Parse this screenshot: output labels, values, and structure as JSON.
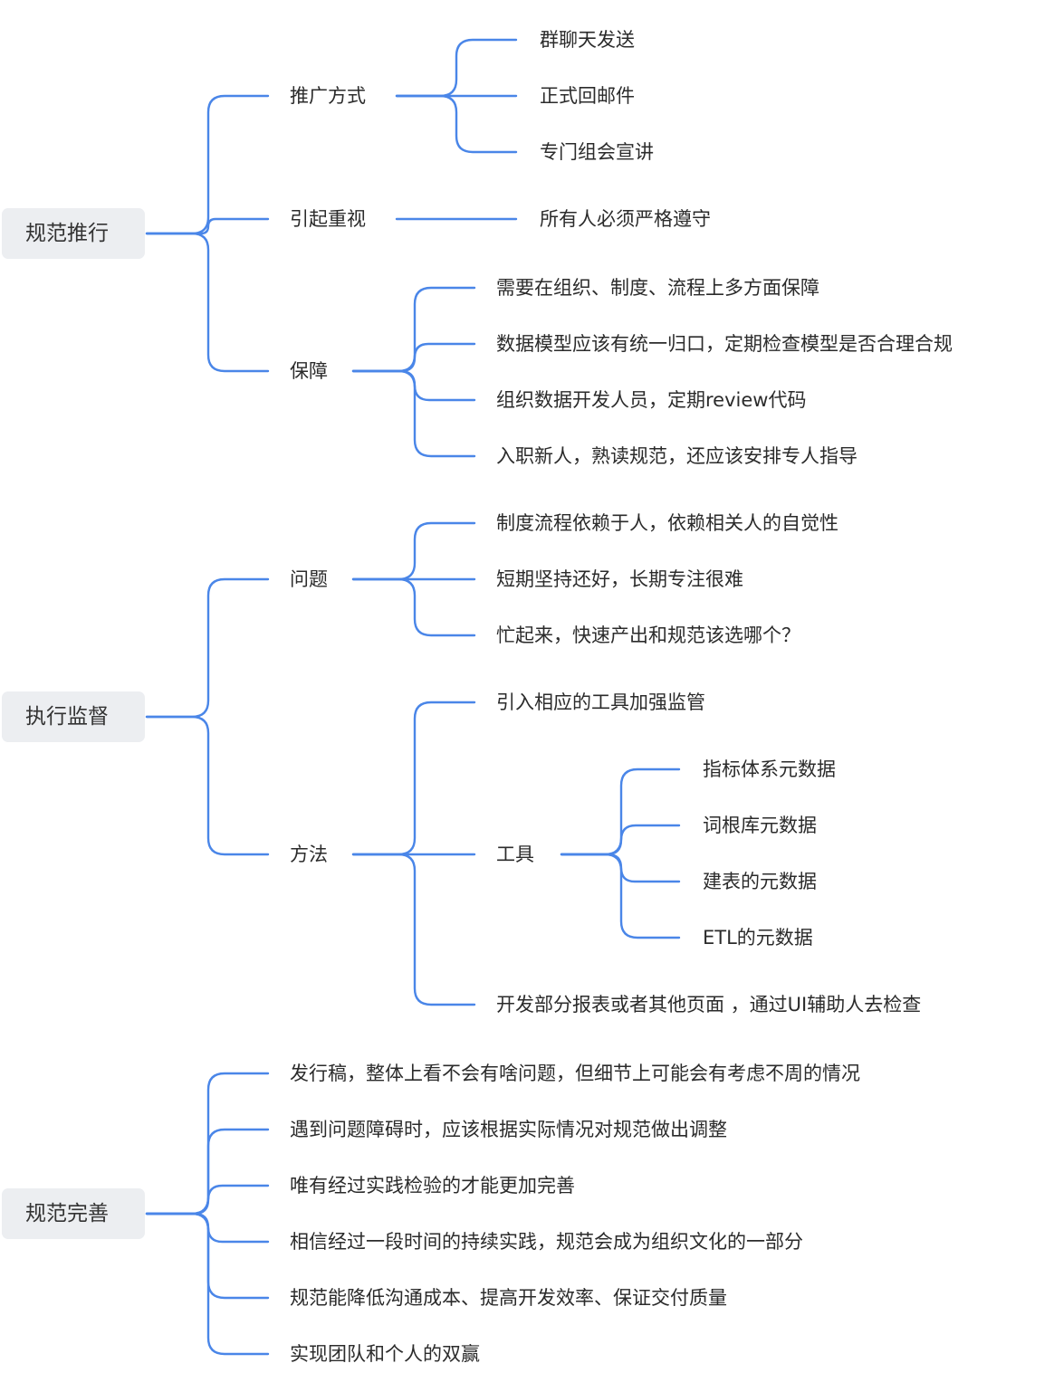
{
  "mindmap": {
    "roots": [
      {
        "label": "规范推行",
        "children": [
          {
            "label": "推广方式",
            "children": [
              {
                "label": "群聊天发送"
              },
              {
                "label": "正式回邮件"
              },
              {
                "label": "专门组会宣讲"
              }
            ]
          },
          {
            "label": "引起重视",
            "children": [
              {
                "label": "所有人必须严格遵守"
              }
            ]
          },
          {
            "label": "保障",
            "children": [
              {
                "label": "需要在组织、制度、流程上多方面保障"
              },
              {
                "label": "数据模型应该有统一归口，定期检查模型是否合理合规"
              },
              {
                "label": "组织数据开发人员，定期review代码"
              },
              {
                "label": "入职新人，熟读规范，还应该安排专人指导"
              }
            ]
          }
        ]
      },
      {
        "label": "执行监督",
        "children": [
          {
            "label": "问题",
            "children": [
              {
                "label": "制度流程依赖于人，依赖相关人的自觉性"
              },
              {
                "label": "短期坚持还好，长期专注很难"
              },
              {
                "label": "忙起来，快速产出和规范该选哪个？"
              }
            ]
          },
          {
            "label": "方法",
            "children": [
              {
                "label": "引入相应的工具加强监管"
              },
              {
                "label": "工具",
                "children": [
                  {
                    "label": "指标体系元数据"
                  },
                  {
                    "label": "词根库元数据"
                  },
                  {
                    "label": "建表的元数据"
                  },
                  {
                    "label": "ETL的元数据"
                  }
                ]
              },
              {
                "label": "开发部分报表或者其他页面 ，通过UI辅助人去检查"
              }
            ]
          }
        ]
      },
      {
        "label": "规范完善",
        "children": [
          {
            "label": "发行稿，整体上看不会有啥问题，但细节上可能会有考虑不周的情况"
          },
          {
            "label": "遇到问题障碍时，应该根据实际情况对规范做出调整"
          },
          {
            "label": "唯有经过实践检验的才能更加完善"
          },
          {
            "label": "相信经过一段时间的持续实践，规范会成为组织文化的一部分"
          },
          {
            "label": "规范能降低沟通成本、提高开发效率、保证交付质量"
          },
          {
            "label": "实现团队和个人的双赢"
          }
        ]
      }
    ]
  }
}
